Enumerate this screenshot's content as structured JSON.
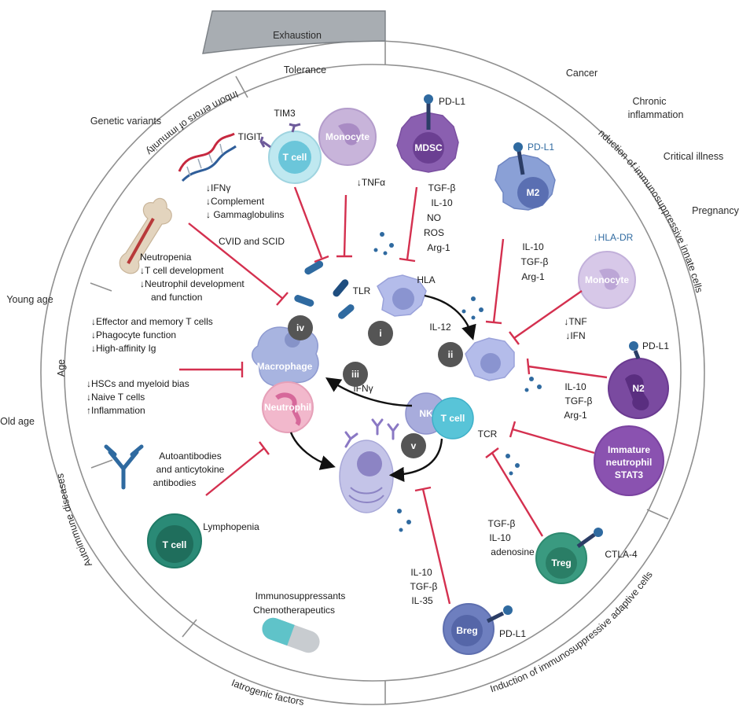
{
  "ring": {
    "left_segments": [
      "Exhaustion",
      "Tolerance",
      "Inborn errors of immunity",
      "Age",
      "Autoimmune diseases",
      "Iatrogenic factors"
    ],
    "right_segments": [
      "Induction of immunosuppressive innate cells",
      "Induction of immunosuppressive adaptive cells"
    ],
    "outer_left": [
      "Genetic variants",
      "Young age",
      "Old age"
    ],
    "outer_right": [
      "Cancer",
      "Chronic",
      "inflammation",
      "Critical illness",
      "Pregnancy"
    ]
  },
  "cells": {
    "tcell_top": "T cell",
    "monocyte_top": "Monocyte",
    "mdsc": "MDSC",
    "m2": "M2",
    "monocyte_right": "Monocyte",
    "n2": "N2",
    "immature_neutrophil": [
      "Immature",
      "neutrophil",
      "STAT3"
    ],
    "treg": "Treg",
    "breg": "Breg",
    "tcell_bottom": "T cell",
    "macrophage": "Macrophage",
    "neutrophil": "Neutrophil",
    "nk": "NK",
    "tcell_center": "T cell"
  },
  "labels": {
    "tim3": "TIM3",
    "tigit": "TIGIT",
    "pdl1": "PD-L1",
    "ctla4": "CTLA-4",
    "hladr": "↓HLA-DR",
    "tlr": "TLR",
    "hla": "HLA",
    "tcr": "TCR",
    "il12": "IL-12",
    "ifng": "IFNγ",
    "tnfa": "↓TNFα",
    "mdsc_factors": [
      "TGF-β",
      "IL-10",
      "NO",
      "ROS",
      "Arg-1"
    ],
    "m2_factors": [
      "IL-10",
      "TGF-β",
      "Arg-1"
    ],
    "mono_factors": [
      "↓TNF",
      "↓IFN"
    ],
    "n2_factors": [
      "IL-10",
      "TGF-β",
      "Arg-1"
    ],
    "treg_factors": [
      "TGF-β",
      "IL-10",
      "adenosine"
    ],
    "breg_factors": [
      "IL-10",
      "TGF-β",
      "IL-35"
    ],
    "genetic_effects": [
      "↓IFNγ",
      "↓Complement",
      "↓ Gammaglobulins"
    ],
    "cvid": "CVID and SCID",
    "neutropenia": [
      "Neutropenia",
      "↓T cell development",
      "↓Neutrophil development",
      "and function"
    ],
    "young_effects": [
      "↓Effector and memory T cells",
      "↓Phagocyte function",
      "↓High-affinity Ig"
    ],
    "old_effects": [
      "↓HSCs and myeloid bias",
      "↓Naive T cells",
      "↑Inflammation"
    ],
    "autoantibodies": [
      "Autoantibodies",
      "and anticytokine",
      "antibodies"
    ],
    "lymphopenia": "Lymphopenia",
    "iatrogenic": [
      "Immunosuppressants",
      "Chemotherapeutics"
    ],
    "steps": [
      "i",
      "ii",
      "iii",
      "iv",
      "v"
    ]
  }
}
